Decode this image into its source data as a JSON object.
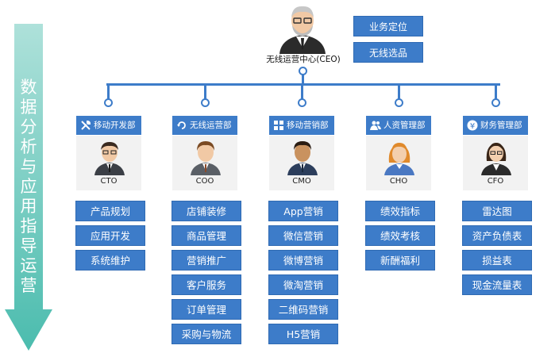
{
  "side_label": [
    "数",
    "据",
    "分",
    "析",
    "与",
    "应",
    "用",
    "指",
    "导",
    "运",
    "营"
  ],
  "ceo": {
    "title": "无线运营中心(CEO)",
    "buttons": [
      "业务定位",
      "无线选品"
    ]
  },
  "departments": [
    {
      "name": "移动开发部",
      "icon": "tools-icon",
      "role": "CTO",
      "items": [
        "产品规划",
        "应用开发",
        "系统维护"
      ]
    },
    {
      "name": "无线运营部",
      "icon": "refresh-icon",
      "role": "COO",
      "items": [
        "店铺装修",
        "商品管理",
        "营销推广",
        "客户服务",
        "订单管理",
        "采购与物流"
      ]
    },
    {
      "name": "移动营销部",
      "icon": "grid-icon",
      "role": "CMO",
      "items": [
        "App营销",
        "微信营销",
        "微博营销",
        "微淘营销",
        "二维码营销",
        "H5营销"
      ]
    },
    {
      "name": "人资管理部",
      "icon": "people-icon",
      "role": "CHO",
      "items": [
        "绩效指标",
        "绩效考核",
        "新酬福利"
      ]
    },
    {
      "name": "财务管理部",
      "icon": "yen-icon",
      "role": "CFO",
      "items": [
        "雷达图",
        "资产负债表",
        "损益表",
        "现金流量表"
      ]
    }
  ],
  "colors": {
    "accent": "#3d7cc9",
    "arrow": "#5fc3b8",
    "card": "#f2f2f2"
  }
}
